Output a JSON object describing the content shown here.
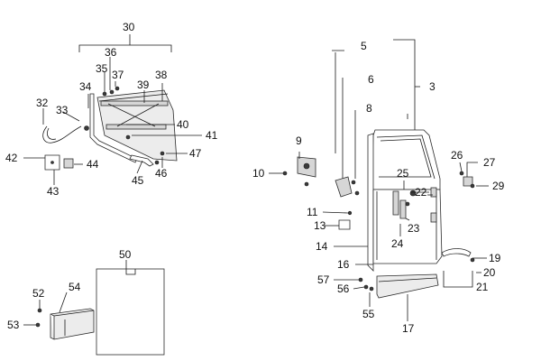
{
  "callouts": {
    "n3": "3",
    "n5": "5",
    "n6": "6",
    "n8": "8",
    "n9": "9",
    "n10": "10",
    "n11": "11",
    "n13": "13",
    "n14": "14",
    "n16": "16",
    "n17": "17",
    "n19": "19",
    "n20": "20",
    "n21": "21",
    "n22": "22",
    "n23": "23",
    "n24": "24",
    "n25": "25",
    "n26": "26",
    "n27": "27",
    "n29": "29",
    "n30": "30",
    "n32": "32",
    "n33": "33",
    "n34": "34",
    "n35": "35",
    "n36": "36",
    "n37": "37",
    "n38": "38",
    "n39": "39",
    "n40": "40",
    "n41": "41",
    "n42": "42",
    "n43": "43",
    "n44": "44",
    "n45": "45",
    "n46": "46",
    "n47": "47",
    "n50": "50",
    "n52": "52",
    "n53": "53",
    "n54": "54",
    "n55": "55",
    "n56": "56",
    "n57": "57"
  }
}
